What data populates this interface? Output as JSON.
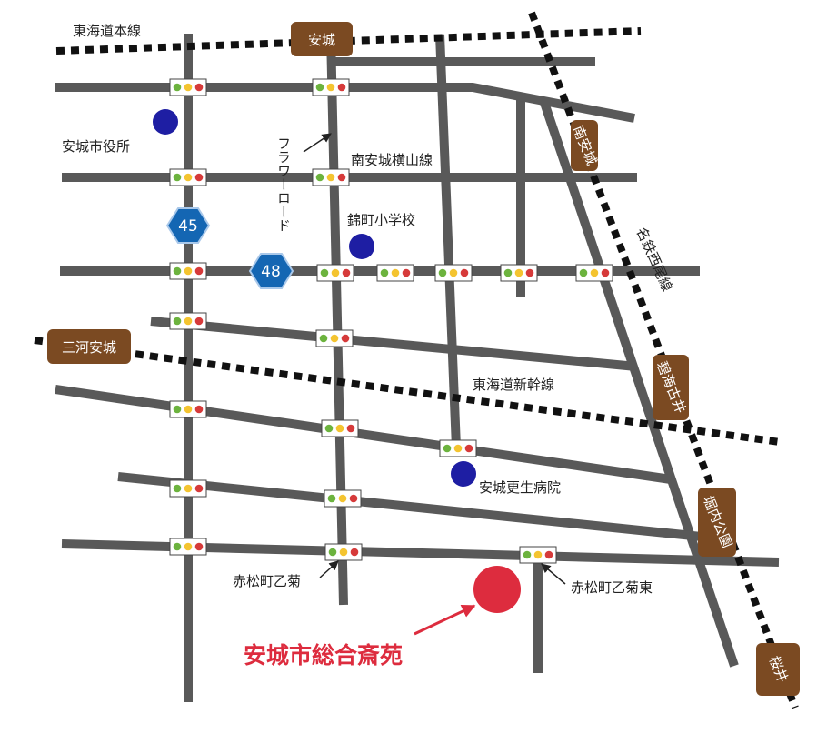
{
  "colors": {
    "road": "#595959",
    "rail": "#111111",
    "station_fill": "#7b4a22",
    "landmark": "#1e1ea3",
    "destination": "#dd2c3e",
    "shield": "#1466b3",
    "signal_red": "#d63a3a",
    "signal_yellow": "#f4c430",
    "signal_green": "#6cb33e"
  },
  "rail_lines": {
    "tokaido_main": "東海道本線",
    "shinkansen": "東海道新幹線",
    "meitetsu": "名鉄西尾線"
  },
  "stations": {
    "anjo": "安城",
    "mikawa_anjo": "三河安城",
    "minami_anjo": "南安城",
    "hekkai_furui": "碧海古井",
    "horiuchi_koen": "堀内公園",
    "sakurai": "桜井"
  },
  "routes": {
    "r45": "45",
    "r48": "48"
  },
  "labels": {
    "city_hall": "安城市役所",
    "flower_road": "フラワーロード",
    "minami_anjo_yokoyama": "南安城横山線",
    "nishikicho_school": "錦町小学校",
    "kosei_hospital": "安城更生病院",
    "akamatsu_otogiku": "赤松町乙菊",
    "akamatsu_otogiku_higashi": "赤松町乙菊東",
    "destination": "安城市総合斎苑"
  },
  "icons": {
    "signal": "traffic-signal-icon",
    "landmark": "landmark-dot-icon",
    "route_shield": "route-shield-icon",
    "arrow": "pointer-arrow-icon"
  }
}
